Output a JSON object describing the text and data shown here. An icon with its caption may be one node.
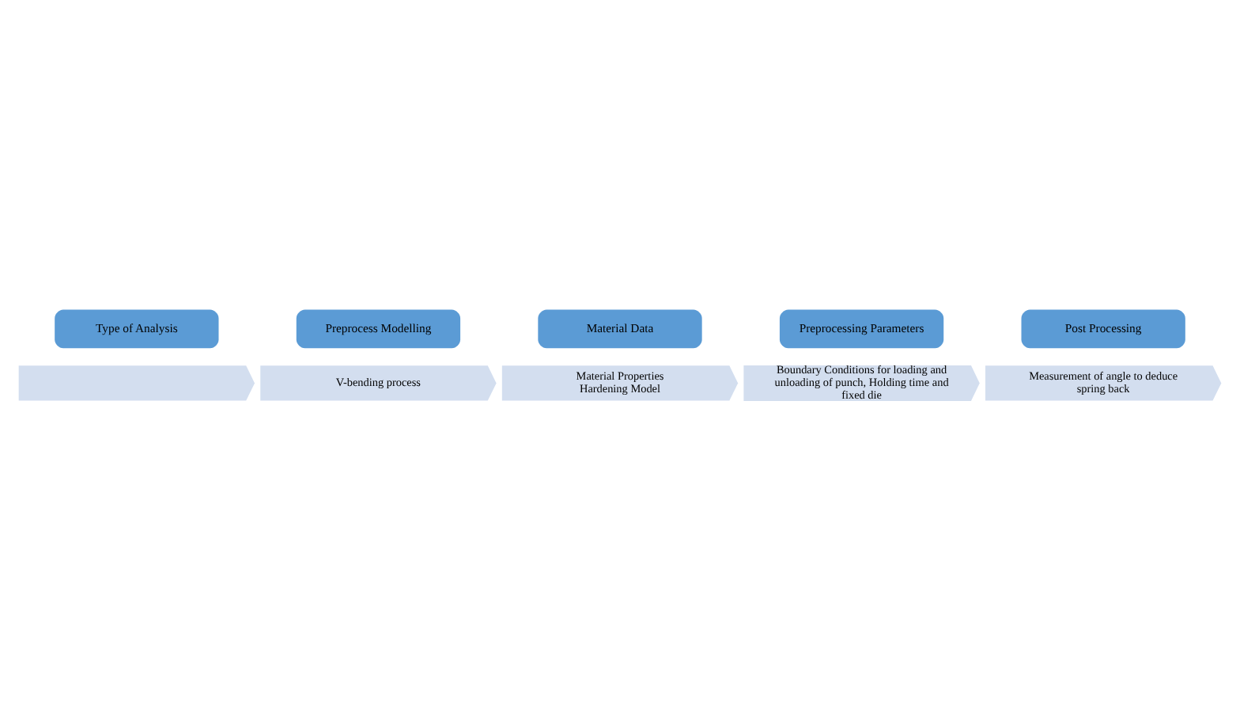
{
  "diagram": {
    "nodes": [
      {
        "text": [
          "Type of Analysis"
        ]
      },
      {
        "text": [],
        "shape": "arrow"
      },
      {
        "text": [
          "Preprocess Modelling"
        ]
      },
      {
        "text": [
          "V-bending process"
        ]
      },
      {
        "text": [
          "Material Data"
        ]
      },
      {
        "text": [
          "Material Properties",
          "Hardening Model"
        ]
      },
      {
        "text": [
          "Preprocessing Parameters"
        ]
      },
      {
        "text": [
          "Boundary Conditions for loading and unloading of punch, Holding time and fixed die"
        ]
      },
      {
        "text": [
          "Post Processing"
        ]
      },
      {
        "text": [
          "Measurement of angle to deduce spring back"
        ]
      }
    ],
    "edges": []
  }
}
